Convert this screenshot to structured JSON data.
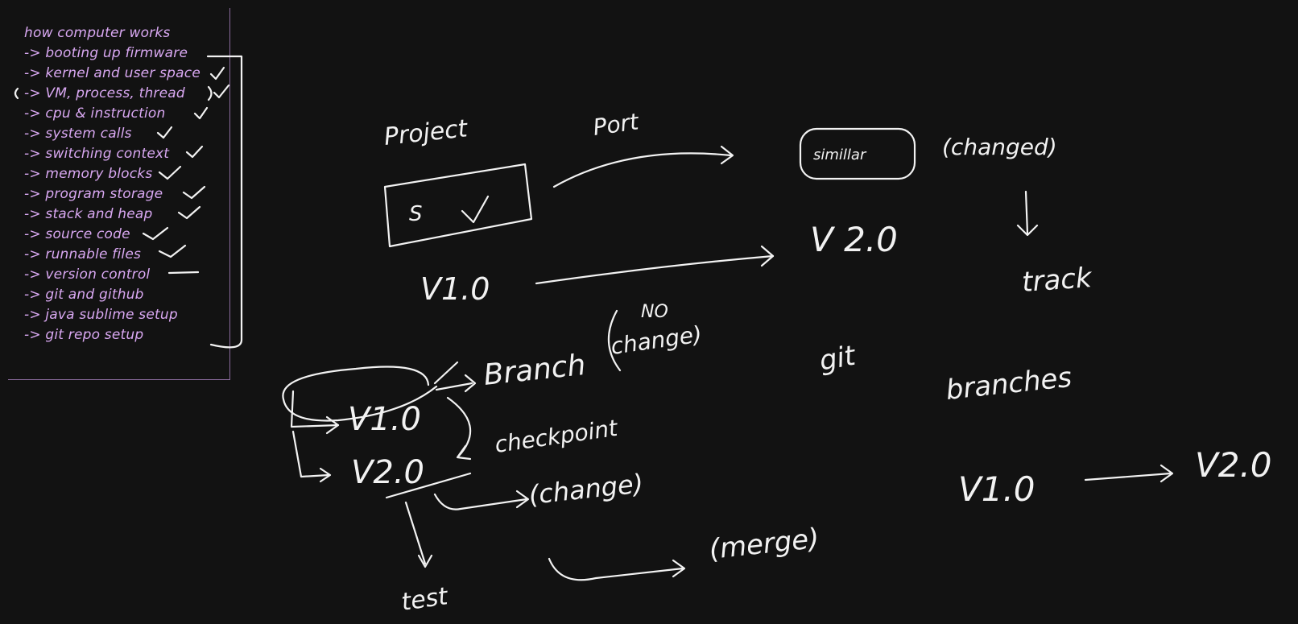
{
  "sidebar_notes": {
    "heading": "how computer works",
    "items": [
      "-> booting up firmware",
      "-> kernel and user space",
      "-> VM, process, thread",
      "-> cpu & instruction",
      "-> system calls",
      "-> switching context",
      "-> memory blocks",
      "-> program storage",
      "-> stack and heap",
      "-> source code",
      "-> runnable files",
      "-> version control",
      "-> git and github",
      "-> java sublime setup",
      "-> git repo setup"
    ]
  },
  "sketch": {
    "project_label": "Project",
    "box_letter": "S",
    "port_label": "Port",
    "renamed_box": "simillar",
    "changed_note": "(changed)",
    "version_v1": "V1.0",
    "version_v2": "V 2.0",
    "track_label": "track",
    "git_label": "git",
    "branches_label": "branches",
    "branch_label": "Branch",
    "no_change_note_1": "NO",
    "no_change_note_2": "change)",
    "loop_v1": "V1.0",
    "loop_v2": "V2.0",
    "checkpoint_label": "checkpoint",
    "change_note": "(change)",
    "merge_note": "(merge)",
    "test_label": "test",
    "flow_v1": "V1.0",
    "flow_v2": "V2.0"
  },
  "colors": {
    "background": "#121212",
    "ink": "#f2f2f2",
    "note_ink": "#d9a8f2"
  }
}
